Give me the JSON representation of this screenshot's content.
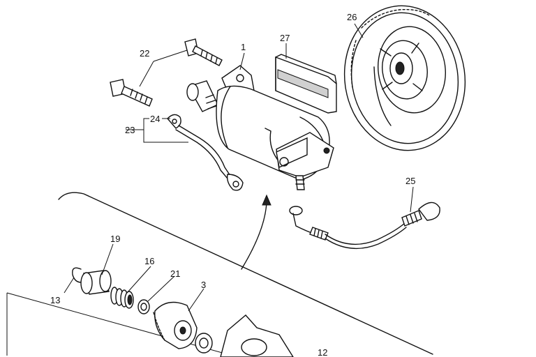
{
  "callouts": {
    "c1": "1",
    "c3": "3",
    "c12": "12",
    "c13": "13",
    "c16": "16",
    "c19": "19",
    "c21": "21",
    "c22": "22",
    "c23": "23",
    "c24": "24",
    "c25": "25",
    "c26": "26",
    "c27": "27"
  }
}
